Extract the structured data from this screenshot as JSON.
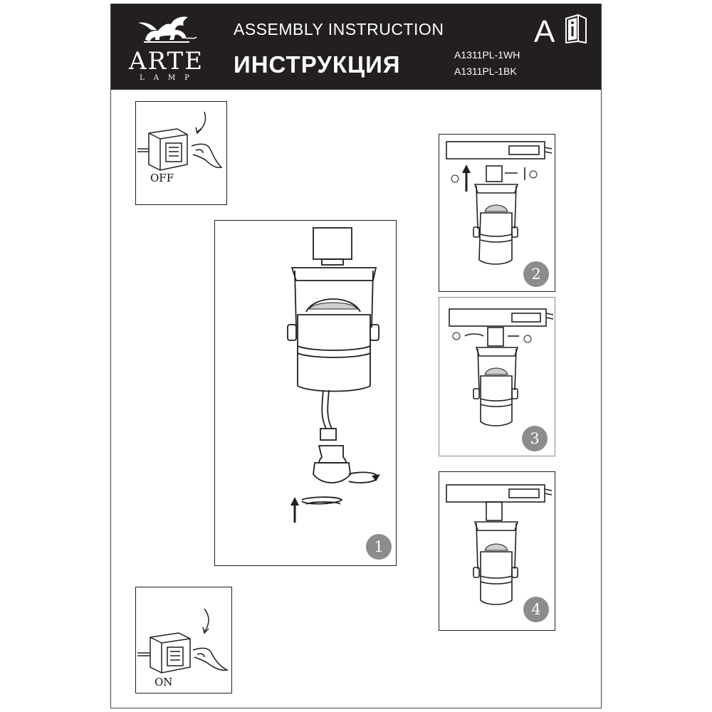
{
  "header": {
    "brand_name": "ARTE",
    "brand_sub": "LAMP",
    "title_en": "ASSEMBLY INSTRUCTION",
    "title_ru": "ИНСТРУКЦИЯ",
    "models": [
      "A1311PL-1WH",
      "A1311PL-1BK"
    ],
    "language_letter": "A",
    "info_icon": "info-book-icon"
  },
  "switch_off": {
    "label": "OFF",
    "icon": "wall-switch-icon"
  },
  "switch_on": {
    "label": "ON",
    "icon": "wall-switch-icon"
  },
  "steps": [
    {
      "number": "1"
    },
    {
      "number": "2"
    },
    {
      "number": "3"
    },
    {
      "number": "4"
    }
  ],
  "colors": {
    "header_bg": "#231f20",
    "badge": "#8d8b8c",
    "line": "#231f20"
  }
}
